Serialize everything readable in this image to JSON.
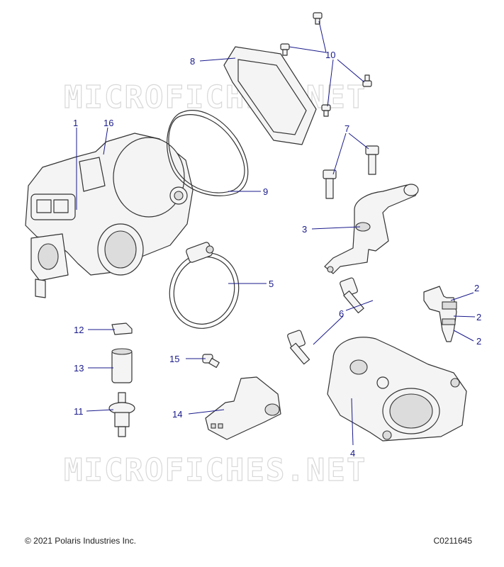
{
  "watermark": "MICROFICHES.NET",
  "callouts": {
    "c1": "1",
    "c16": "16",
    "c8": "8",
    "c10": "10",
    "c7": "7",
    "c9": "9",
    "c3": "3",
    "c5": "5",
    "c2a": "2",
    "c2b": "2",
    "c2c": "2",
    "c6": "6",
    "c12": "12",
    "c13": "13",
    "c15": "15",
    "c11": "11",
    "c14": "14",
    "c4": "4"
  },
  "footer": {
    "copyright": "© 2021 Polaris Industries Inc.",
    "drawing_number": "C0211645"
  },
  "colors": {
    "callout": "#1a1a8c",
    "line_art": "#333333",
    "watermark": "#d8d8d8"
  }
}
